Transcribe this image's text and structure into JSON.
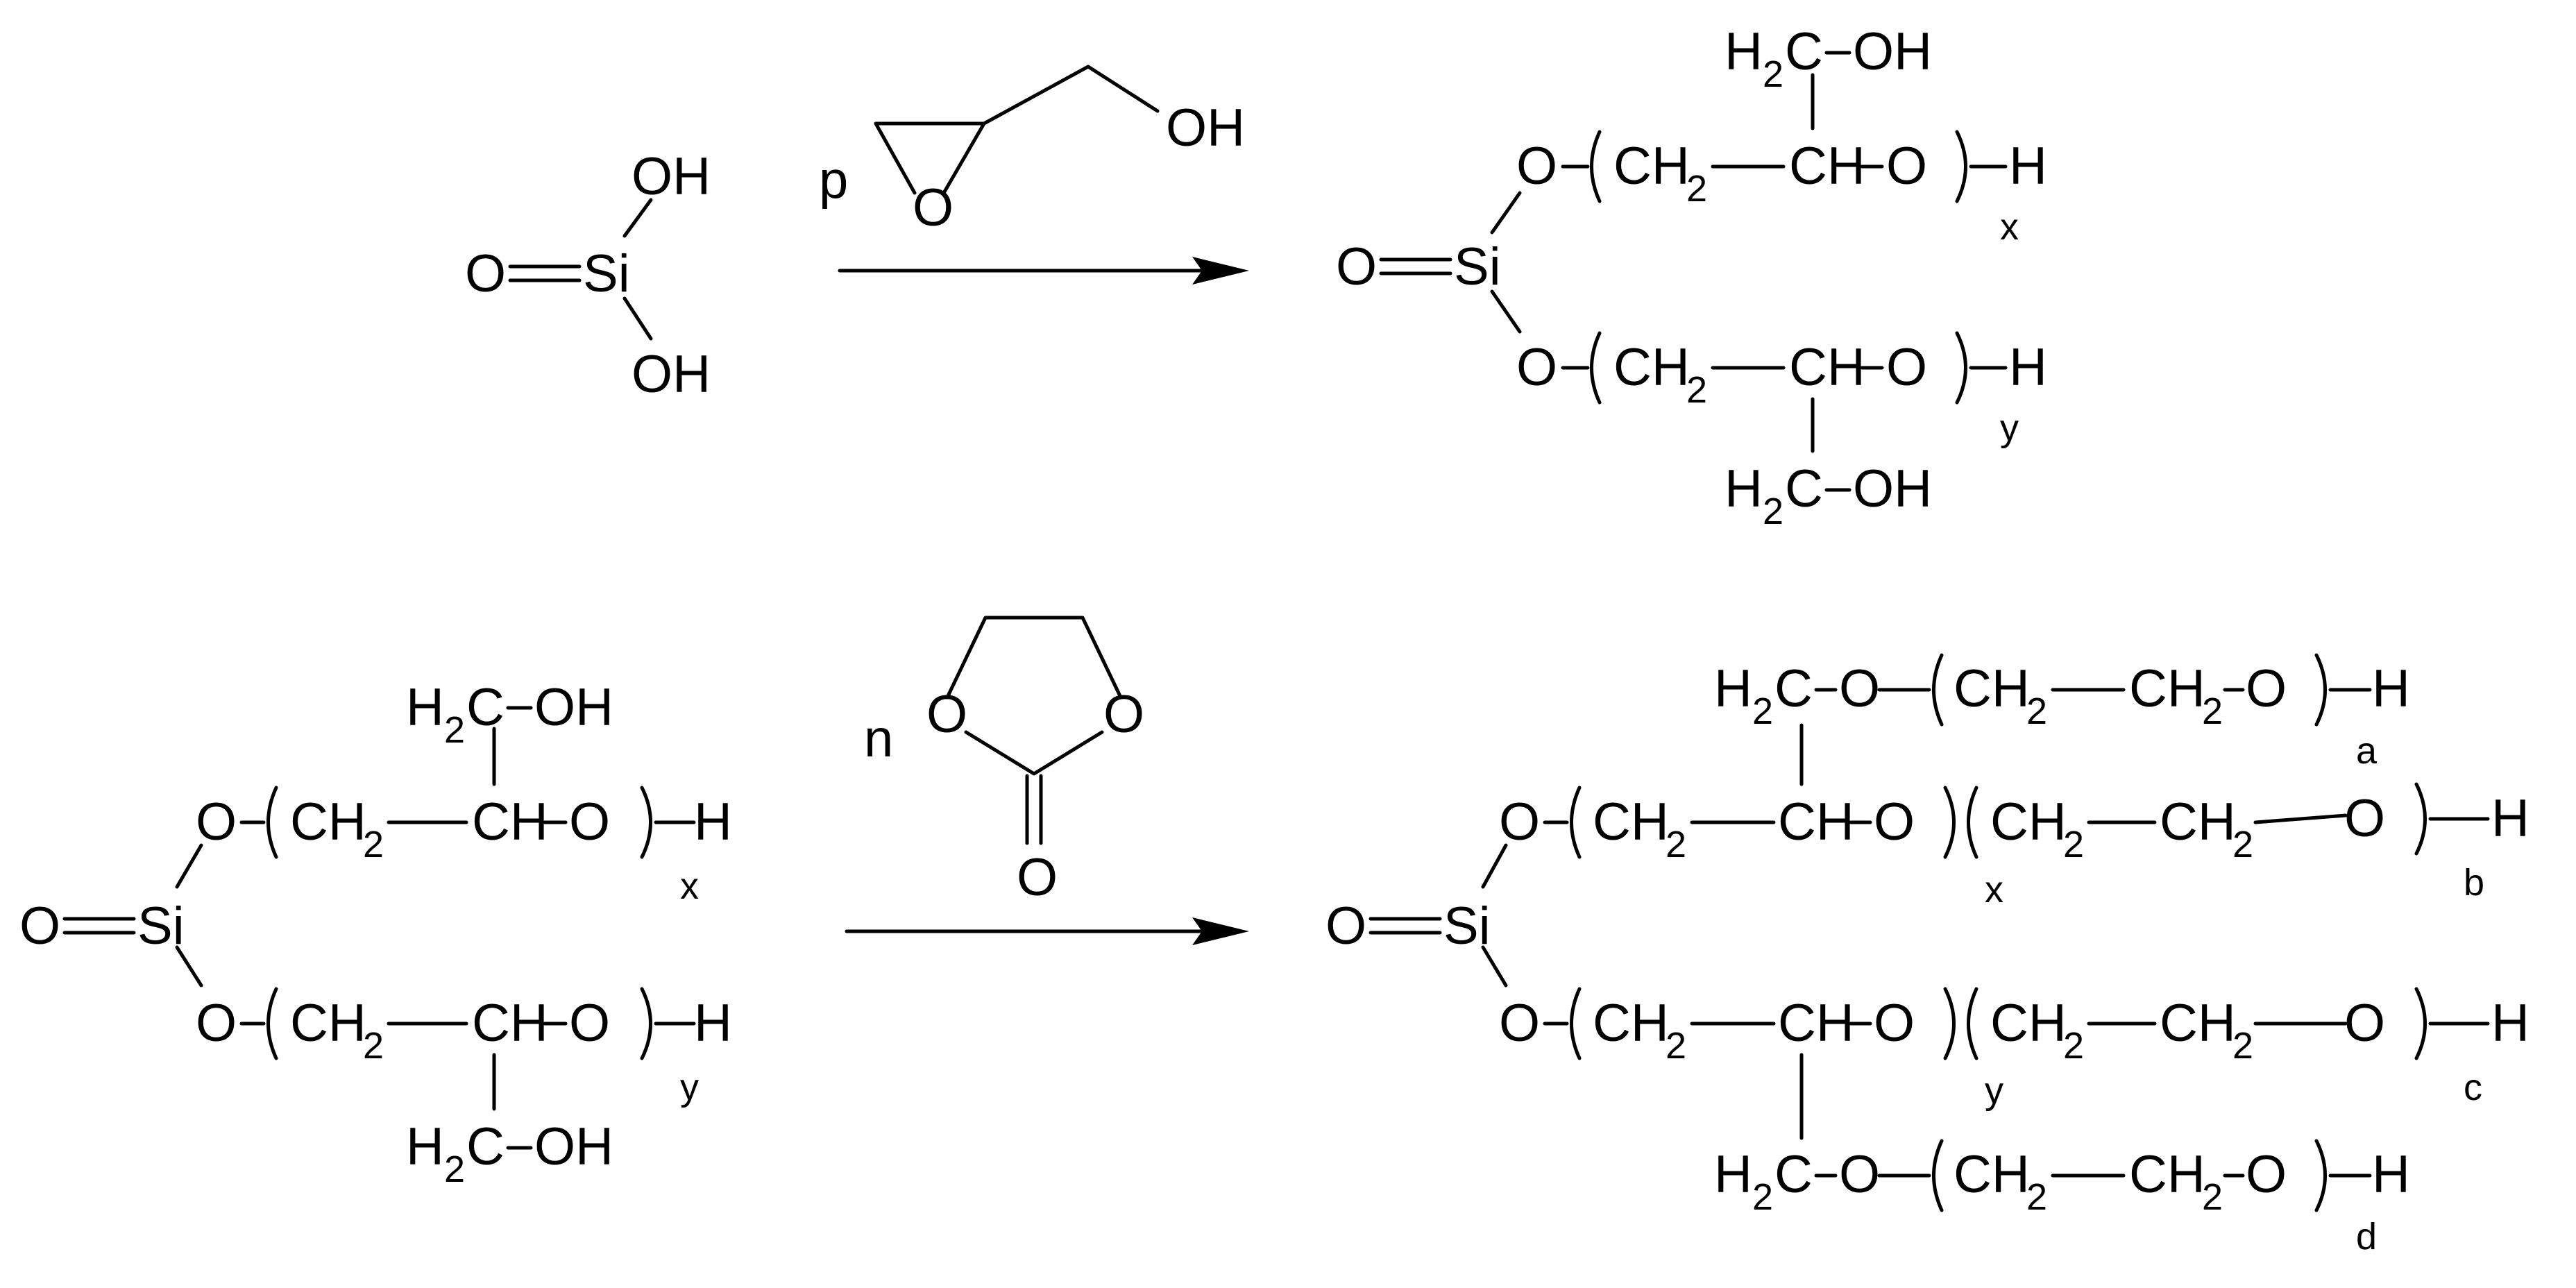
{
  "colors": {
    "ink": "#000000",
    "background": "#ffffff"
  },
  "icons": {
    "reaction_arrow": "right-arrow-icon"
  },
  "reactions": [
    {
      "reactant": {
        "o_left": "O",
        "si": "Si",
        "oh_top": "OH",
        "oh_bottom": "OH"
      },
      "reagent": {
        "coefficient": "p",
        "ring_o": "O",
        "oh": "OH"
      },
      "product": {
        "o_left": "O",
        "si": "Si",
        "chain_x": {
          "o": "O",
          "ch2": "CH",
          "ch2_sub": "2",
          "ch": "CH",
          "o2": "O",
          "h": "H",
          "index": "x",
          "side": {
            "h2": "H",
            "h2_sub": "2",
            "c": "C",
            "oh": "OH"
          }
        },
        "chain_y": {
          "o": "O",
          "ch2": "CH",
          "ch2_sub": "2",
          "ch": "CH",
          "o2": "O",
          "h": "H",
          "index": "y",
          "side": {
            "h2": "H",
            "h2_sub": "2",
            "c": "C",
            "oh": "OH"
          }
        }
      }
    },
    {
      "reactant": {
        "o_left": "O",
        "si": "Si",
        "chain_x": {
          "o": "O",
          "ch2": "CH",
          "ch2_sub": "2",
          "ch": "CH",
          "o2": "O",
          "h": "H",
          "index": "x",
          "side": {
            "h2": "H",
            "h2_sub": "2",
            "c": "C",
            "oh": "OH"
          }
        },
        "chain_y": {
          "o": "O",
          "ch2": "CH",
          "ch2_sub": "2",
          "ch": "CH",
          "o2": "O",
          "h": "H",
          "index": "y",
          "side": {
            "h2": "H",
            "h2_sub": "2",
            "c": "C",
            "oh": "OH"
          }
        }
      },
      "reagent": {
        "coefficient": "n",
        "ring_o_left": "O",
        "ring_o_right": "O",
        "carbonyl_o": "O"
      },
      "product": {
        "o_left": "O",
        "si": "Si",
        "chain_x": {
          "o": "O",
          "ch2": "CH",
          "ch2_sub": "2",
          "ch": "CH",
          "o2": "O",
          "index": "x",
          "eo": {
            "ch2a": "CH",
            "ch2a_sub": "2",
            "ch2b": "CH",
            "ch2b_sub": "2",
            "o": "O",
            "h": "H",
            "index": "b"
          }
        },
        "chain_y": {
          "o": "O",
          "ch2": "CH",
          "ch2_sub": "2",
          "ch": "CH",
          "o2": "O",
          "index": "y",
          "eo": {
            "ch2a": "CH",
            "ch2a_sub": "2",
            "ch2b": "CH",
            "ch2b_sub": "2",
            "o": "O",
            "h": "H",
            "index": "c"
          }
        },
        "side_top": {
          "h2": "H",
          "h2_sub": "2",
          "c": "C",
          "o": "O",
          "eo": {
            "ch2a": "CH",
            "ch2a_sub": "2",
            "ch2b": "CH",
            "ch2b_sub": "2",
            "o": "O",
            "h": "H",
            "index": "a"
          }
        },
        "side_bottom": {
          "h2": "H",
          "h2_sub": "2",
          "c": "C",
          "o": "O",
          "eo": {
            "ch2a": "CH",
            "ch2a_sub": "2",
            "ch2b": "CH",
            "ch2b_sub": "2",
            "o": "O",
            "h": "H",
            "index": "d"
          }
        }
      }
    }
  ]
}
